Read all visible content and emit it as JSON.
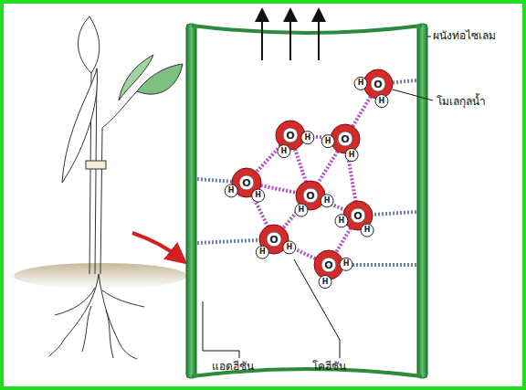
{
  "diagram": {
    "labels": [
      "ผนังท่อไซเลม",
      "โมเลกุลน้ำ",
      "แอดฮีชัน",
      "โคฮีชัน",
      "O",
      "H",
      "H",
      "O",
      "H",
      "H",
      "O",
      "H",
      "H",
      "O",
      "H",
      "H",
      "O",
      "H",
      "H",
      "O",
      "H",
      "H",
      "O",
      "H",
      "H",
      "O",
      "H",
      "H"
    ]
  }
}
